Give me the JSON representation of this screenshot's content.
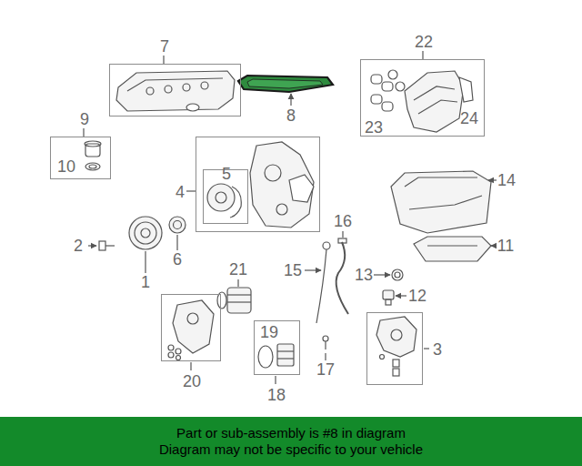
{
  "diagram": {
    "nodes": [
      {
        "text": [
          "7"
        ]
      },
      {
        "text": [
          "22",
          "23",
          "24"
        ]
      },
      {
        "text": [
          "9",
          "10"
        ]
      },
      {
        "text": [
          "4"
        ]
      },
      {
        "text": [
          "5"
        ],
        "in": 3
      },
      {
        "text": [
          "20"
        ]
      },
      {
        "text": [
          "18",
          "19"
        ]
      },
      {
        "text": [
          "3"
        ]
      },
      {
        "text": [
          "Part or sub-assembly is #8 in diagram",
          "Diagram may not be specific to your vehicle"
        ]
      }
    ],
    "edges": [],
    "labels": [
      "8",
      "14",
      "16",
      "2",
      "6",
      "11",
      "1",
      "21",
      "15",
      "13",
      "12",
      "17"
    ]
  }
}
